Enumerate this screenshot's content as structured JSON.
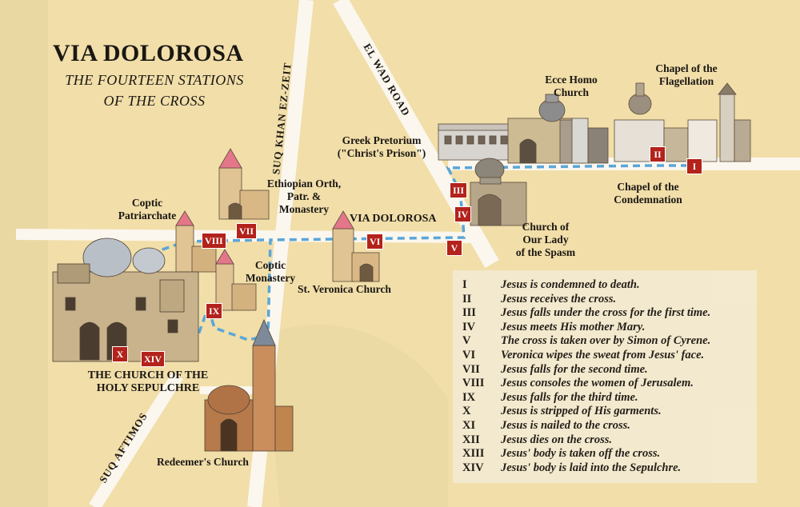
{
  "title": "VIA DOLOROSA",
  "subtitle_line1": "THE FOURTEEN STATIONS",
  "subtitle_line2": "OF THE CROSS",
  "streets": {
    "suq_khan": "SUQ KHAN EZ-ZEIT",
    "el_wad": "EL WAD ROAD",
    "via": "VIA DOLOROSA",
    "suq_aftimos": "SUQ AFTIMOS"
  },
  "places": {
    "ecce_homo_1": "Ecce Homo",
    "ecce_homo_2": "Church",
    "flag_1": "Chapel of the",
    "flag_2": "Flagellation",
    "greek_1": "Greek Pretorium",
    "greek_2": "(\"Christ's Prison\")",
    "cond_1": "Chapel of the",
    "cond_2": "Condemnation",
    "spasm_1": "Church of",
    "spasm_2": "Our Lady",
    "spasm_3": "of the Spasm",
    "eth_1": "Ethiopian Orth,",
    "eth_2": "Patr. &",
    "eth_3": "Monastery",
    "coptic_p1": "Coptic",
    "coptic_p2": "Patriarchate",
    "coptic_m1": "Coptic",
    "coptic_m2": "Monastery",
    "veronica": "St. Veronica Church",
    "sep_1": "THE CHURCH OF THE",
    "sep_2": "HOLY SEPULCHRE",
    "redeemer": "Redeemer's Church"
  },
  "stations": [
    {
      "num": "I",
      "text": "Jesus is condemned to death."
    },
    {
      "num": "II",
      "text": "Jesus receives the cross."
    },
    {
      "num": "III",
      "text": "Jesus falls under the cross for the first time."
    },
    {
      "num": "IV",
      "text": "Jesus meets His mother Mary."
    },
    {
      "num": "V",
      "text": "The cross is taken over by Simon of Cyrene."
    },
    {
      "num": "VI",
      "text": "Veronica wipes the sweat from Jesus' face."
    },
    {
      "num": "VII",
      "text": "Jesus falls for the second time."
    },
    {
      "num": "VIII",
      "text": "Jesus consoles the women of Jerusalem."
    },
    {
      "num": "IX",
      "text": "Jesus falls for the third time."
    },
    {
      "num": "X",
      "text": "Jesus is stripped of His garments."
    },
    {
      "num": "XI",
      "text": "Jesus is nailed to the cross."
    },
    {
      "num": "XII",
      "text": "Jesus dies on the cross."
    },
    {
      "num": "XIII",
      "text": "Jesus' body is taken off the cross."
    },
    {
      "num": "XIV",
      "text": "Jesus' body is laid into the Sepulchre."
    }
  ],
  "colors": {
    "paper": "#f1dea9",
    "street": "#ffffff",
    "route": "#5aa6d8",
    "marker": "#b3221b"
  }
}
